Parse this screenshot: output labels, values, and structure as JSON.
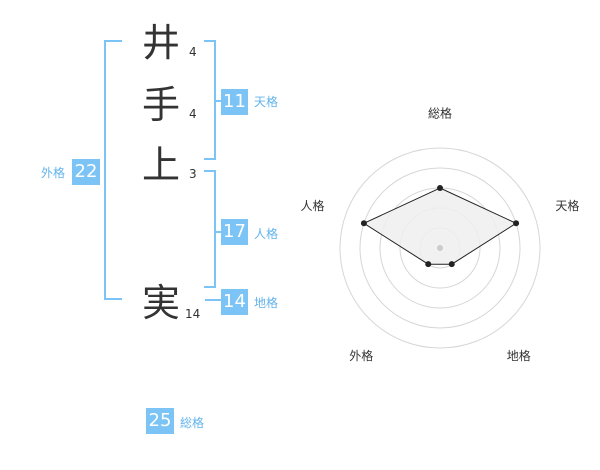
{
  "name_chars": [
    {
      "char": "井",
      "strokes": "4"
    },
    {
      "char": "手",
      "strokes": "4"
    },
    {
      "char": "上",
      "strokes": "3"
    },
    {
      "char": "実",
      "strokes": "14"
    }
  ],
  "kaku": {
    "tenkaku": {
      "value": "11",
      "label": "天格"
    },
    "jinkaku": {
      "value": "17",
      "label": "人格"
    },
    "chikaku": {
      "value": "14",
      "label": "地格"
    },
    "gaikaku": {
      "value": "22",
      "label": "外格"
    },
    "soukaku": {
      "value": "25",
      "label": "総格"
    }
  },
  "colors": {
    "accent": "#7cc4f5",
    "label": "#62b3ec",
    "radar_fill": "#efefef"
  },
  "chart_data": {
    "type": "radar",
    "axes": [
      "総格",
      "天格",
      "地格",
      "外格",
      "人格"
    ],
    "values": [
      3,
      4,
      1,
      1,
      4
    ],
    "rmax": 5,
    "rings": 5
  }
}
